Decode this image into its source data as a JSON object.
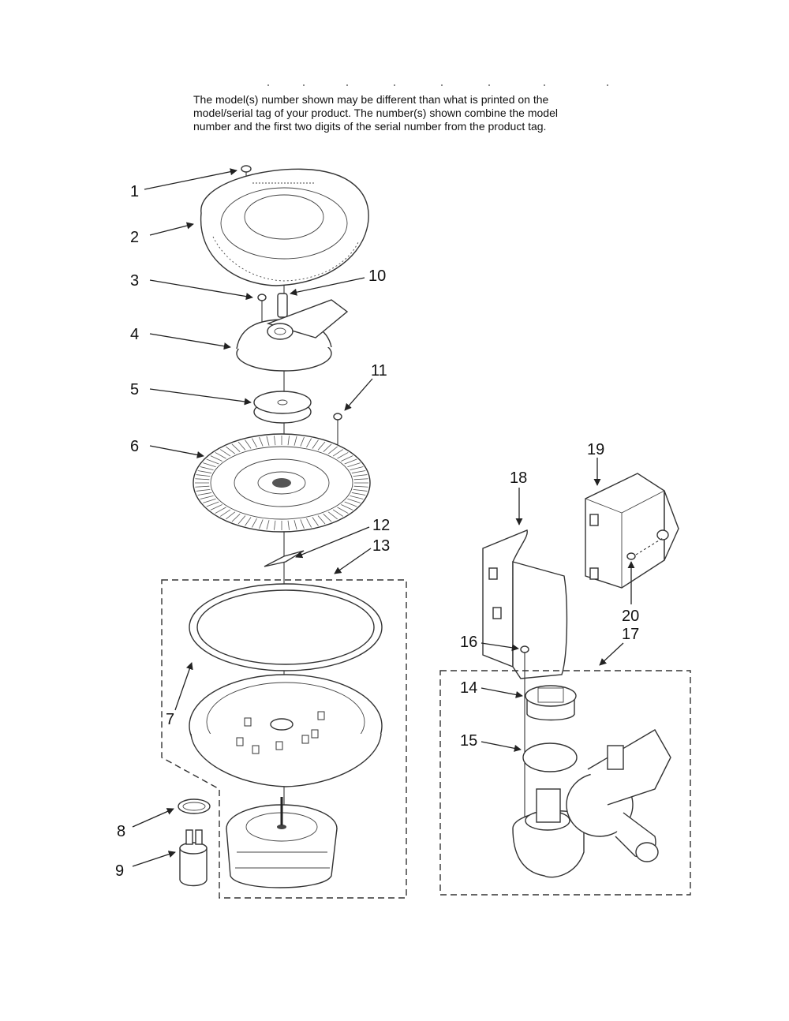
{
  "note": {
    "line1": "The model(s) number shown may be different than what is printed on the",
    "line2": "model/serial tag of your product. The number(s) shown combine the model",
    "line3": "number and the first two digits of the serial number from the product tag."
  },
  "callouts": {
    "c1": "1",
    "c2": "2",
    "c3": "3",
    "c4": "4",
    "c5": "5",
    "c6": "6",
    "c7": "7",
    "c8": "8",
    "c9": "9",
    "c10": "10",
    "c11": "11",
    "c12": "12",
    "c13": "13",
    "c14": "14",
    "c15": "15",
    "c16": "16",
    "c17": "17",
    "c18": "18",
    "c19": "19",
    "c20": "20"
  }
}
